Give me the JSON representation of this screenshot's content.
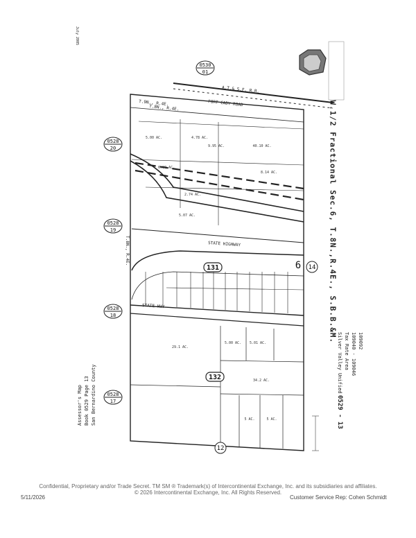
{
  "map": {
    "date_label": "July 2005",
    "title": "W.1/2 Fractional Sec.6, T.8N.,R.4E., S.B.B.&M.",
    "tax_area": "Silver Valley Unified",
    "tax_rate_area": "Tax Rate Area",
    "tax_rate_codes": "109040 - 109046",
    "tax_rate_code2": "109092",
    "map_number": "0529 - 13",
    "assessor_map": "Assessor's Map",
    "book_page": "Book 0529 Page 13",
    "county": "San Bernardino County",
    "neighbor_maps": [
      {
        "book": "0530",
        "page": "01"
      },
      {
        "book": "0528",
        "page": "20"
      },
      {
        "book": "0528",
        "page": "19"
      },
      {
        "book": "0528",
        "page": "18"
      },
      {
        "book": "0528",
        "page": "17"
      }
    ],
    "section_numbers": [
      "6",
      "14",
      "12"
    ],
    "block_numbers": [
      "131",
      "132"
    ],
    "township_labels": [
      "T.9N., R.4E.",
      "T.8N., R.4E.",
      "T.8N., R.4E."
    ],
    "road_labels": [
      "STATE HIGHWAY",
      "STATE HWY",
      "FORT CADY ROAD",
      "A.T.& S.F. R.R."
    ],
    "acreages": [
      "5.00 AC.",
      "4.78 AC.",
      "9.95 AC.",
      "40.10 AC.",
      "6.90 AC.",
      "8.14 AC.",
      "5.07 AC.",
      "2.74 AC.",
      "29.1 AC.",
      "34.2 AC.",
      "5.00 AC.",
      "5.01 AC.",
      "5 AC.",
      "5 AC."
    ]
  },
  "footer": {
    "confidential": "Confidential, Proprietary and/or Trade Secret.  TM SM ® Trademark(s) of Intercontinental Exchange, Inc. and its subsidiaries and affiliates.",
    "copyright": "© 2026 Intercontinental Exchange, Inc. All Rights Reserved.",
    "date": "5/11/2026",
    "customer_rep": "Customer Service Rep:   Cohen Schmidt"
  }
}
